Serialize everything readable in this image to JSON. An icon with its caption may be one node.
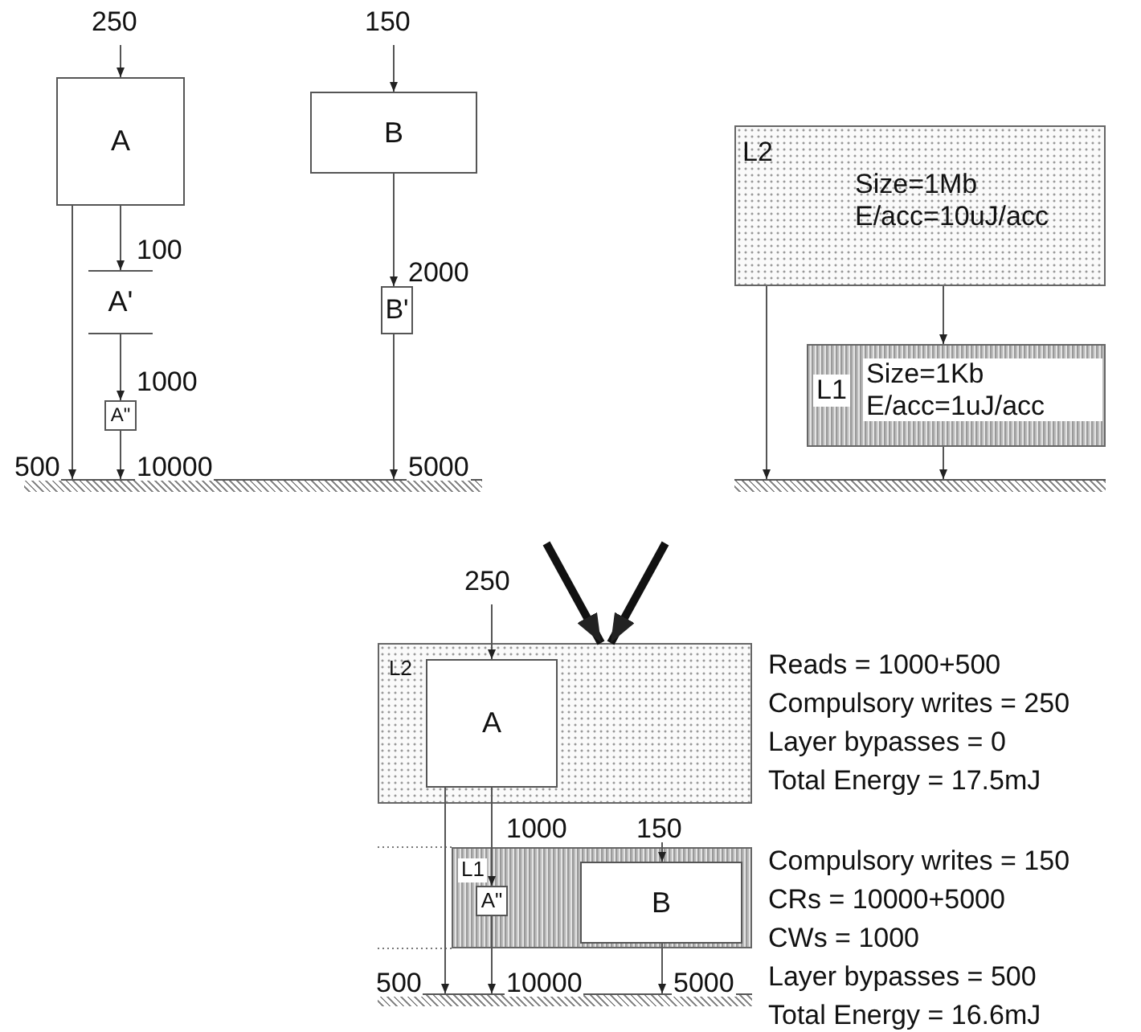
{
  "diagram": {
    "nodes": [
      {
        "text": [
          "A"
        ]
      },
      {
        "text": [
          "B"
        ]
      },
      {
        "text": [
          "A'"
        ]
      },
      {
        "text": [
          "B'"
        ]
      },
      {
        "text": [
          "A\""
        ]
      },
      {
        "text": [],
        "shape": "bar"
      },
      {
        "text": [
          "L2",
          "Size=1Mb E/acc=10uJ/acc"
        ]
      },
      {
        "text": [
          "L1",
          "Size=1Kb E/acc=1uJ/acc"
        ]
      },
      {
        "text": [],
        "shape": "bar"
      },
      {
        "text": [
          "L2"
        ]
      },
      {
        "text": [
          "A"
        ],
        "in": 9
      },
      {
        "text": [
          "L1"
        ]
      },
      {
        "text": [
          "A\""
        ],
        "in": 11
      },
      {
        "text": [
          "B"
        ],
        "in": 11
      },
      {
        "text": [],
        "shape": "bar"
      }
    ],
    "edges": [
      {
        "from": null,
        "to": 0,
        "arrow": "to",
        "label": "250"
      },
      {
        "from": null,
        "to": 1,
        "arrow": "to",
        "label": "150"
      },
      {
        "from": 0,
        "to": 5,
        "arrow": "to",
        "label": "500"
      },
      {
        "from": 0,
        "to": 2,
        "arrow": "to",
        "label": "100"
      },
      {
        "from": 2,
        "to": 4,
        "arrow": "to",
        "label": "1000"
      },
      {
        "from": 4,
        "to": 5,
        "arrow": "to",
        "label": "10000"
      },
      {
        "from": 1,
        "to": 3,
        "arrow": "to",
        "label": "2000"
      },
      {
        "from": 3,
        "to": 5,
        "arrow": "to",
        "label": "5000"
      },
      {
        "from": 6,
        "to": 8,
        "arrow": "to"
      },
      {
        "from": 6,
        "to": 7,
        "arrow": "to"
      },
      {
        "from": 7,
        "to": 8,
        "arrow": "to"
      },
      {
        "from": null,
        "to": 9,
        "arrow": "to",
        "style": "thick"
      },
      {
        "from": null,
        "to": 9,
        "arrow": "to",
        "style": "thick"
      },
      {
        "from": null,
        "to": 10,
        "arrow": "to",
        "label": "250"
      },
      {
        "from": 10,
        "to": 14,
        "arrow": "to",
        "label": "500"
      },
      {
        "from": 10,
        "to": 12,
        "arrow": "to",
        "label": "1000"
      },
      {
        "from": 12,
        "to": 14,
        "arrow": "to",
        "label": "10000"
      },
      {
        "from": null,
        "to": 13,
        "arrow": "to",
        "label": "150"
      },
      {
        "from": 13,
        "to": 14,
        "arrow": "to",
        "label": "5000"
      }
    ],
    "labels": [
      "Reads = 1000+500",
      "Compulsory writes = 250",
      "Layer bypasses = 0",
      "Total Energy = 17.5mJ",
      "Compulsory writes = 150",
      "CRs = 10000+5000",
      "CWs = 1000",
      "Layer bypasses = 500",
      "Total Energy = 16.6mJ"
    ]
  }
}
